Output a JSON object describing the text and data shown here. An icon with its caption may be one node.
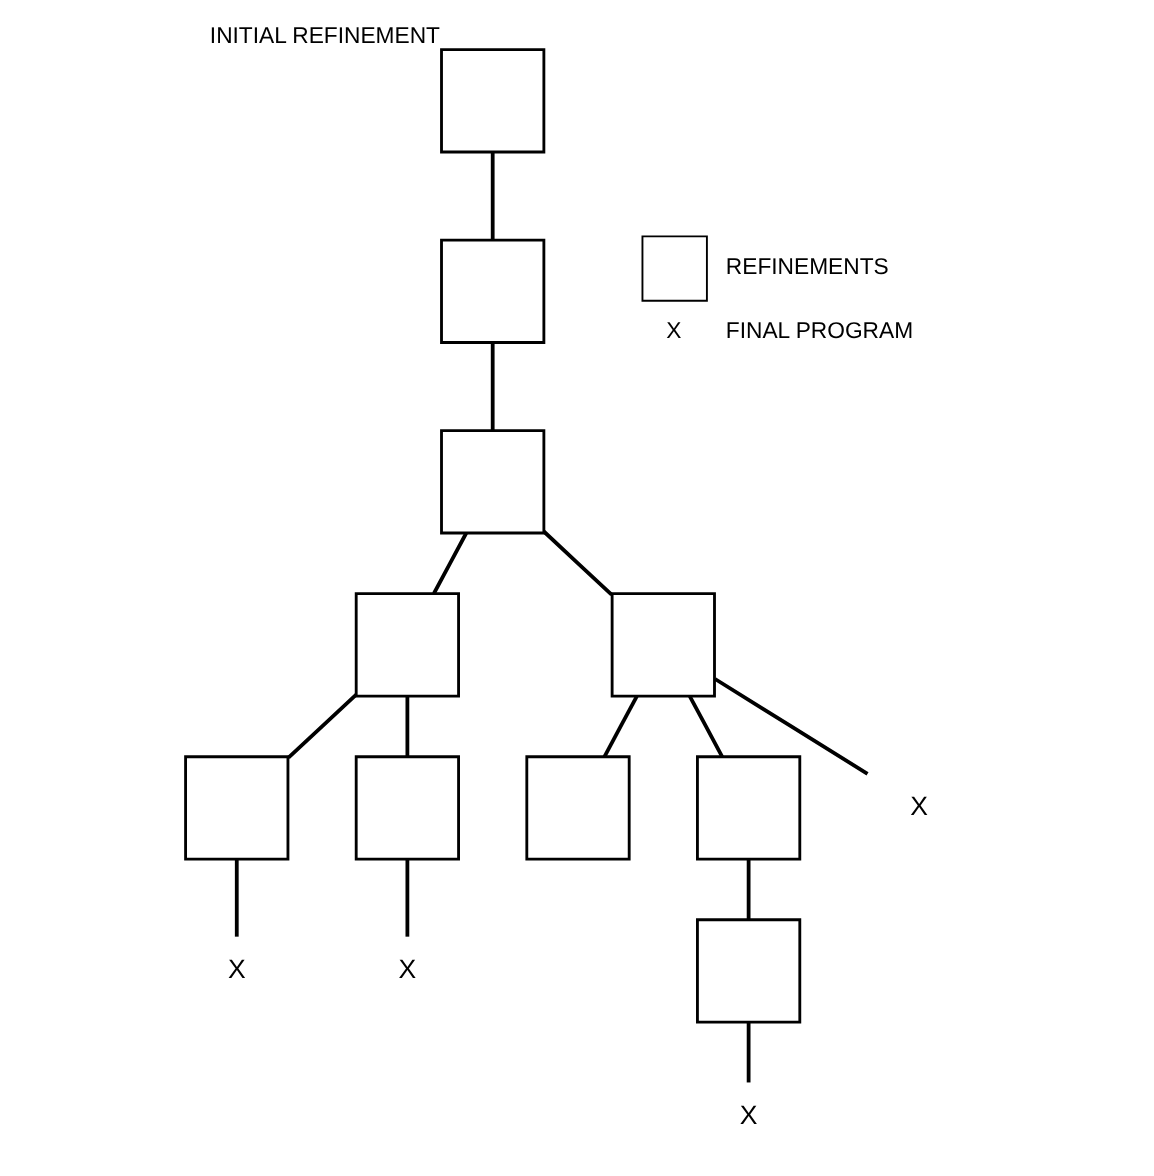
{
  "diagram": {
    "nodes": [
      {
        "text": [],
        "shape": "box",
        "beside": [
          "INITIAL REFINEMENT"
        ]
      },
      {
        "text": [],
        "shape": "box"
      },
      {
        "text": [],
        "shape": "box"
      },
      {
        "text": [],
        "shape": "box"
      },
      {
        "text": [],
        "shape": "box"
      },
      {
        "text": [],
        "shape": "box"
      },
      {
        "text": [],
        "shape": "box"
      },
      {
        "text": [],
        "shape": "box"
      },
      {
        "text": [],
        "shape": "box"
      },
      {
        "text": [
          "X"
        ]
      },
      {
        "text": [
          "X"
        ]
      },
      {
        "text": [
          "X"
        ]
      },
      {
        "text": [],
        "shape": "box"
      },
      {
        "text": [
          "X"
        ]
      }
    ],
    "edges": [
      {
        "from": 0,
        "to": 1,
        "arrow": "none"
      },
      {
        "from": 1,
        "to": 2,
        "arrow": "none"
      },
      {
        "from": 2,
        "to": 3,
        "arrow": "none"
      },
      {
        "from": 2,
        "to": 4,
        "arrow": "none"
      },
      {
        "from": 3,
        "to": 5,
        "arrow": "none"
      },
      {
        "from": 3,
        "to": 6,
        "arrow": "none"
      },
      {
        "from": 4,
        "to": 7,
        "arrow": "none"
      },
      {
        "from": 4,
        "to": 8,
        "arrow": "none"
      },
      {
        "from": 4,
        "to": 11,
        "arrow": "none"
      },
      {
        "from": 5,
        "to": 9,
        "arrow": "none"
      },
      {
        "from": 6,
        "to": 10,
        "arrow": "none"
      },
      {
        "from": 8,
        "to": 12,
        "arrow": "none"
      },
      {
        "from": 12,
        "to": 13,
        "arrow": "none"
      }
    ],
    "labels": [
      "X"
    ],
    "legend": [
      {
        "text": "REFINEMENTS"
      },
      {
        "text": "FINAL PROGRAM"
      }
    ]
  }
}
